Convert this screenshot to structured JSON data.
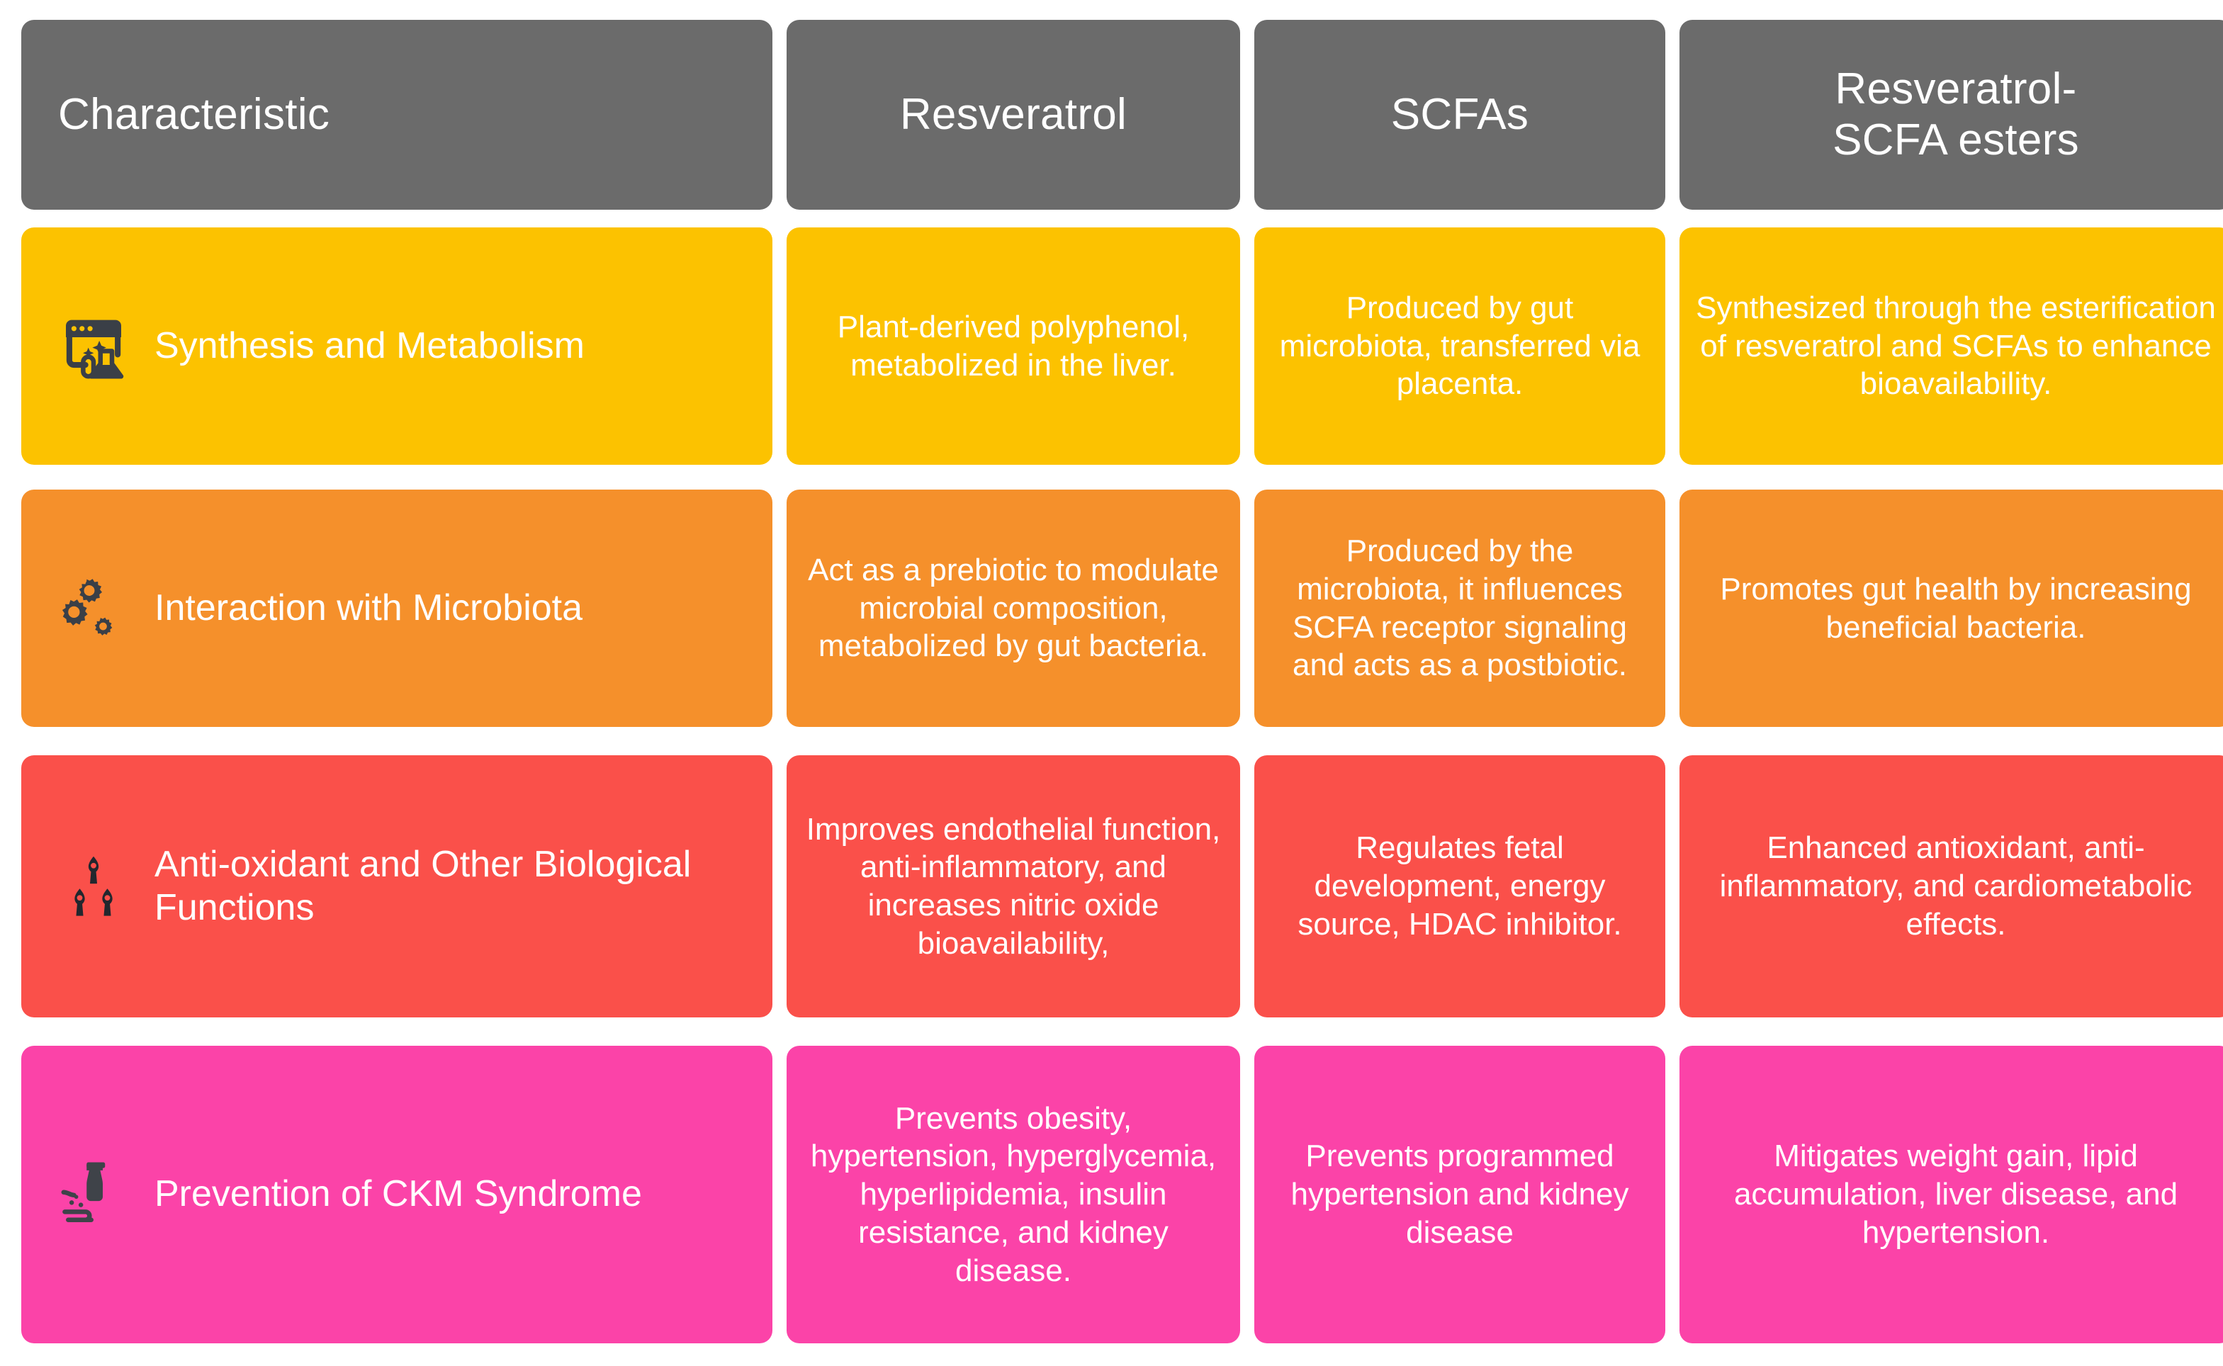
{
  "table": {
    "columns": [
      {
        "id": "characteristic",
        "label": "Characteristic"
      },
      {
        "id": "resveratrol",
        "label": "Resveratrol"
      },
      {
        "id": "scfas",
        "label": "SCFAs"
      },
      {
        "id": "resveratrol_scfa_esters",
        "label": "Resveratrol-\nSCFA esters"
      }
    ],
    "header_color": "#6b6b6b",
    "header_text_color": "#ffffff",
    "rows": [
      {
        "label": "Synthesis and Metabolism",
        "icon": "lab-window-flask-icon",
        "color": "#fcc200",
        "icon_color": "#3a3f47",
        "cells": [
          "Plant-derived polyphenol, metabolized in the liver.",
          "Produced by gut microbiota, transferred via placenta.",
          "Synthesized through the esterification of resveratrol and SCFAs to enhance bioavailability."
        ]
      },
      {
        "label": "Interaction with Microbiota",
        "icon": "gears-microbe-icon",
        "color": "#f5902b",
        "icon_color": "#3a3f47",
        "cells": [
          "Act as a prebiotic to modulate microbial composition, metabolized by gut bacteria.",
          "Produced by the microbiota, it influences SCFA receptor signaling and acts as a postbiotic.",
          "Promotes gut health by increasing beneficial bacteria."
        ]
      },
      {
        "label": "Anti-oxidant and Other Biological  Functions",
        "icon": "molecule-cluster-icon",
        "color": "#fa504a",
        "icon_color": "#22272e",
        "cells": [
          "Improves endothelial function, anti-inflammatory, and increases nitric oxide bioavailability,",
          "Regulates fetal development, energy source, HDAC inhibitor.",
          "Enhanced antioxidant, anti-inflammatory, and cardiometabolic effects."
        ]
      },
      {
        "label": "Prevention of CKM Syndrome",
        "icon": "vial-in-hand-icon",
        "color": "#fb43a8",
        "icon_color": "#3f4349",
        "cells": [
          "Prevents obesity, hypertension, hyperglycemia, hyperlipidemia, insulin resistance, and kidney disease.",
          "Prevents programmed hypertension and kidney disease",
          "Mitigates weight gain, lipid accumulation, liver disease, and hypertension."
        ]
      }
    ]
  }
}
